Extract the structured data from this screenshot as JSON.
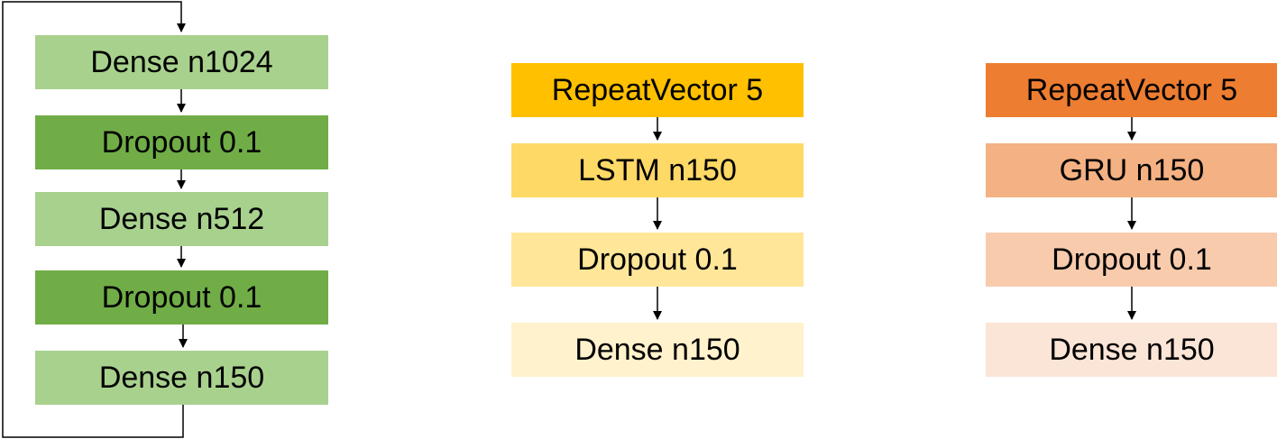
{
  "columns": [
    {
      "blocks": [
        {
          "label": "Dense n1024",
          "color": "#a9d18e"
        },
        {
          "label": "Dropout 0.1",
          "color": "#70ad47"
        },
        {
          "label": "Dense n512",
          "color": "#a9d18e"
        },
        {
          "label": "Dropout 0.1",
          "color": "#70ad47"
        },
        {
          "label": "Dense n150",
          "color": "#a9d18e"
        }
      ]
    },
    {
      "blocks": [
        {
          "label": "RepeatVector 5",
          "color": "#ffc000"
        },
        {
          "label": "LSTM n150",
          "color": "#ffd966"
        },
        {
          "label": "Dropout 0.1",
          "color": "#ffe699"
        },
        {
          "label": "Dense n150",
          "color": "#fff2cc"
        }
      ]
    },
    {
      "blocks": [
        {
          "label": "RepeatVector 5",
          "color": "#ed7d31"
        },
        {
          "label": "GRU n150",
          "color": "#f4b183"
        },
        {
          "label": "Dropout 0.1",
          "color": "#f8cbad"
        },
        {
          "label": "Dense n150",
          "color": "#fbe5d6"
        }
      ]
    }
  ],
  "line_color": "#000000"
}
